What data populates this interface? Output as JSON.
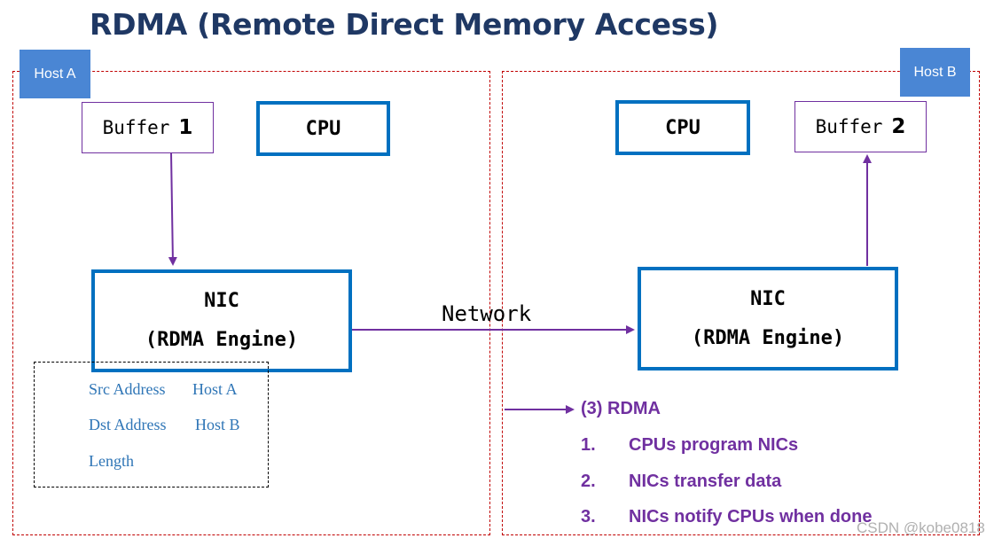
{
  "title": "RDMA (Remote Direct Memory Access)",
  "hosts": {
    "a": {
      "tag": "Host A",
      "buffer": {
        "label": "Buffer",
        "number": "1"
      },
      "cpu": "CPU",
      "nic": {
        "line1": "NIC",
        "line2": "(RDMA Engine)"
      }
    },
    "b": {
      "tag": "Host B",
      "buffer": {
        "label": "Buffer",
        "number": "2"
      },
      "cpu": "CPU",
      "nic": {
        "line1": "NIC",
        "line2": "(RDMA Engine)"
      }
    }
  },
  "network_label": "Network",
  "descriptor": {
    "src_label": "Src Address",
    "src_value": "Host A",
    "dst_label": "Dst Address",
    "dst_value": "Host B",
    "length_label": "Length"
  },
  "rdma_notes": {
    "heading": "(3) RDMA",
    "steps": [
      {
        "num": "1.",
        "text": "CPUs program NICs"
      },
      {
        "num": "2.",
        "text": "NICs transfer data"
      },
      {
        "num": "3.",
        "text": "NICs notify CPUs when done"
      }
    ]
  },
  "watermark": "CSDN @kobe0818",
  "colors": {
    "title": "#1f3864",
    "host_border": "#c00000",
    "host_tag": "#4a86d4",
    "box_border": "#0070c0",
    "arrow": "#7030a0",
    "descriptor_text": "#2e75b6"
  }
}
